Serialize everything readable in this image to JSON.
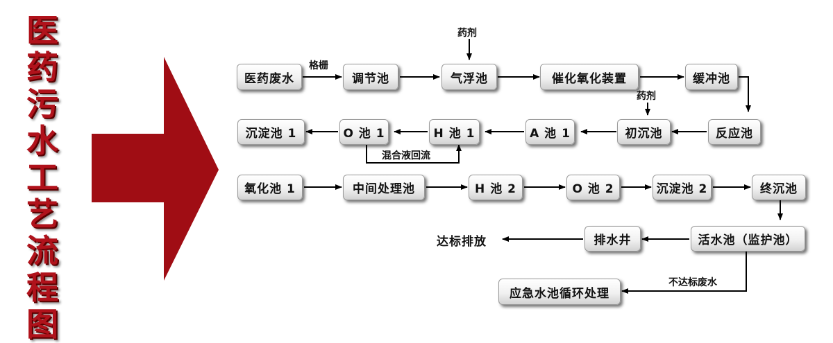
{
  "title_chars": [
    "医",
    "药",
    "污",
    "水",
    "工",
    "艺",
    "流",
    "程",
    "图"
  ],
  "colors": {
    "title": "#b0121b",
    "arrow": "#a00d14",
    "line": "#000000"
  },
  "nodes": {
    "n1": "医药废水",
    "n2": "调节池",
    "n3": "气浮池",
    "n4": "催化氧化装置",
    "n5": "缓冲池",
    "n6": "反应池",
    "n7": "初沉池",
    "n8": "A 池 1",
    "n9": "H 池 1",
    "n10": "O 池 1",
    "n11": "沉淀池 1",
    "n12": "氧化池 1",
    "n13": "中间处理池",
    "n14": "H 池 2",
    "n15": "O 池 2",
    "n16": "沉淀池 2",
    "n17": "终沉池",
    "n18": "活水池（监护池）",
    "n19": "排水井",
    "n20": "应急水池循环处理"
  },
  "labels": {
    "grille": "格栅",
    "reagent_top": "药剂",
    "reagent_mid": "药剂",
    "reflux": "混合液回流",
    "substandard": "不达标废水",
    "discharge": "达标排放"
  }
}
